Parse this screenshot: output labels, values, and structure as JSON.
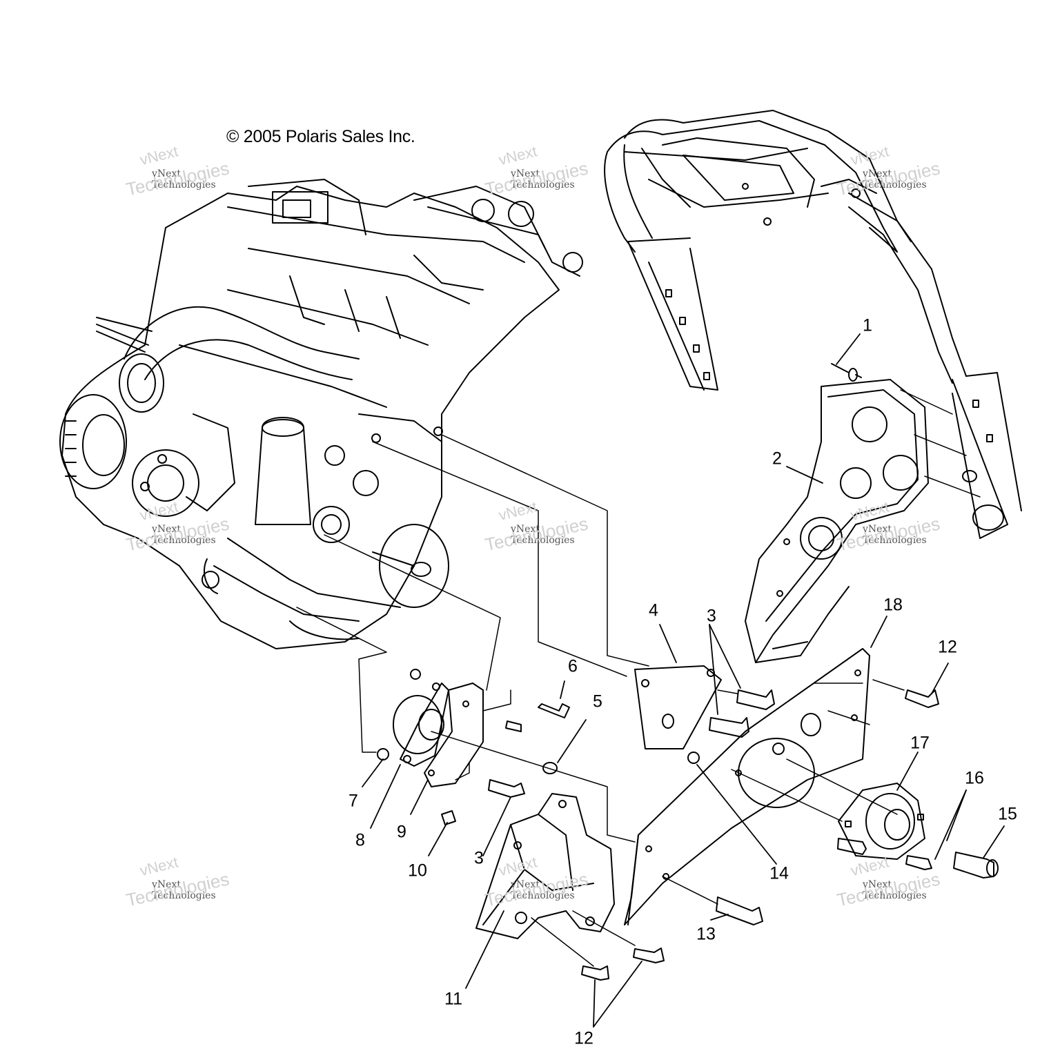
{
  "copyright": "© 2005 Polaris Sales Inc.",
  "watermark": {
    "line1": "vNext",
    "line2": "vNext Technologies",
    "line3": "Technologies"
  },
  "callouts": [
    "1",
    "2",
    "3",
    "3",
    "4",
    "5",
    "6",
    "7",
    "8",
    "9",
    "10",
    "11",
    "12",
    "12",
    "13",
    "14",
    "15",
    "16",
    "17",
    "18"
  ],
  "colors": {
    "line": "#000000",
    "watermark": "#d0d0d0",
    "background": "#ffffff"
  }
}
